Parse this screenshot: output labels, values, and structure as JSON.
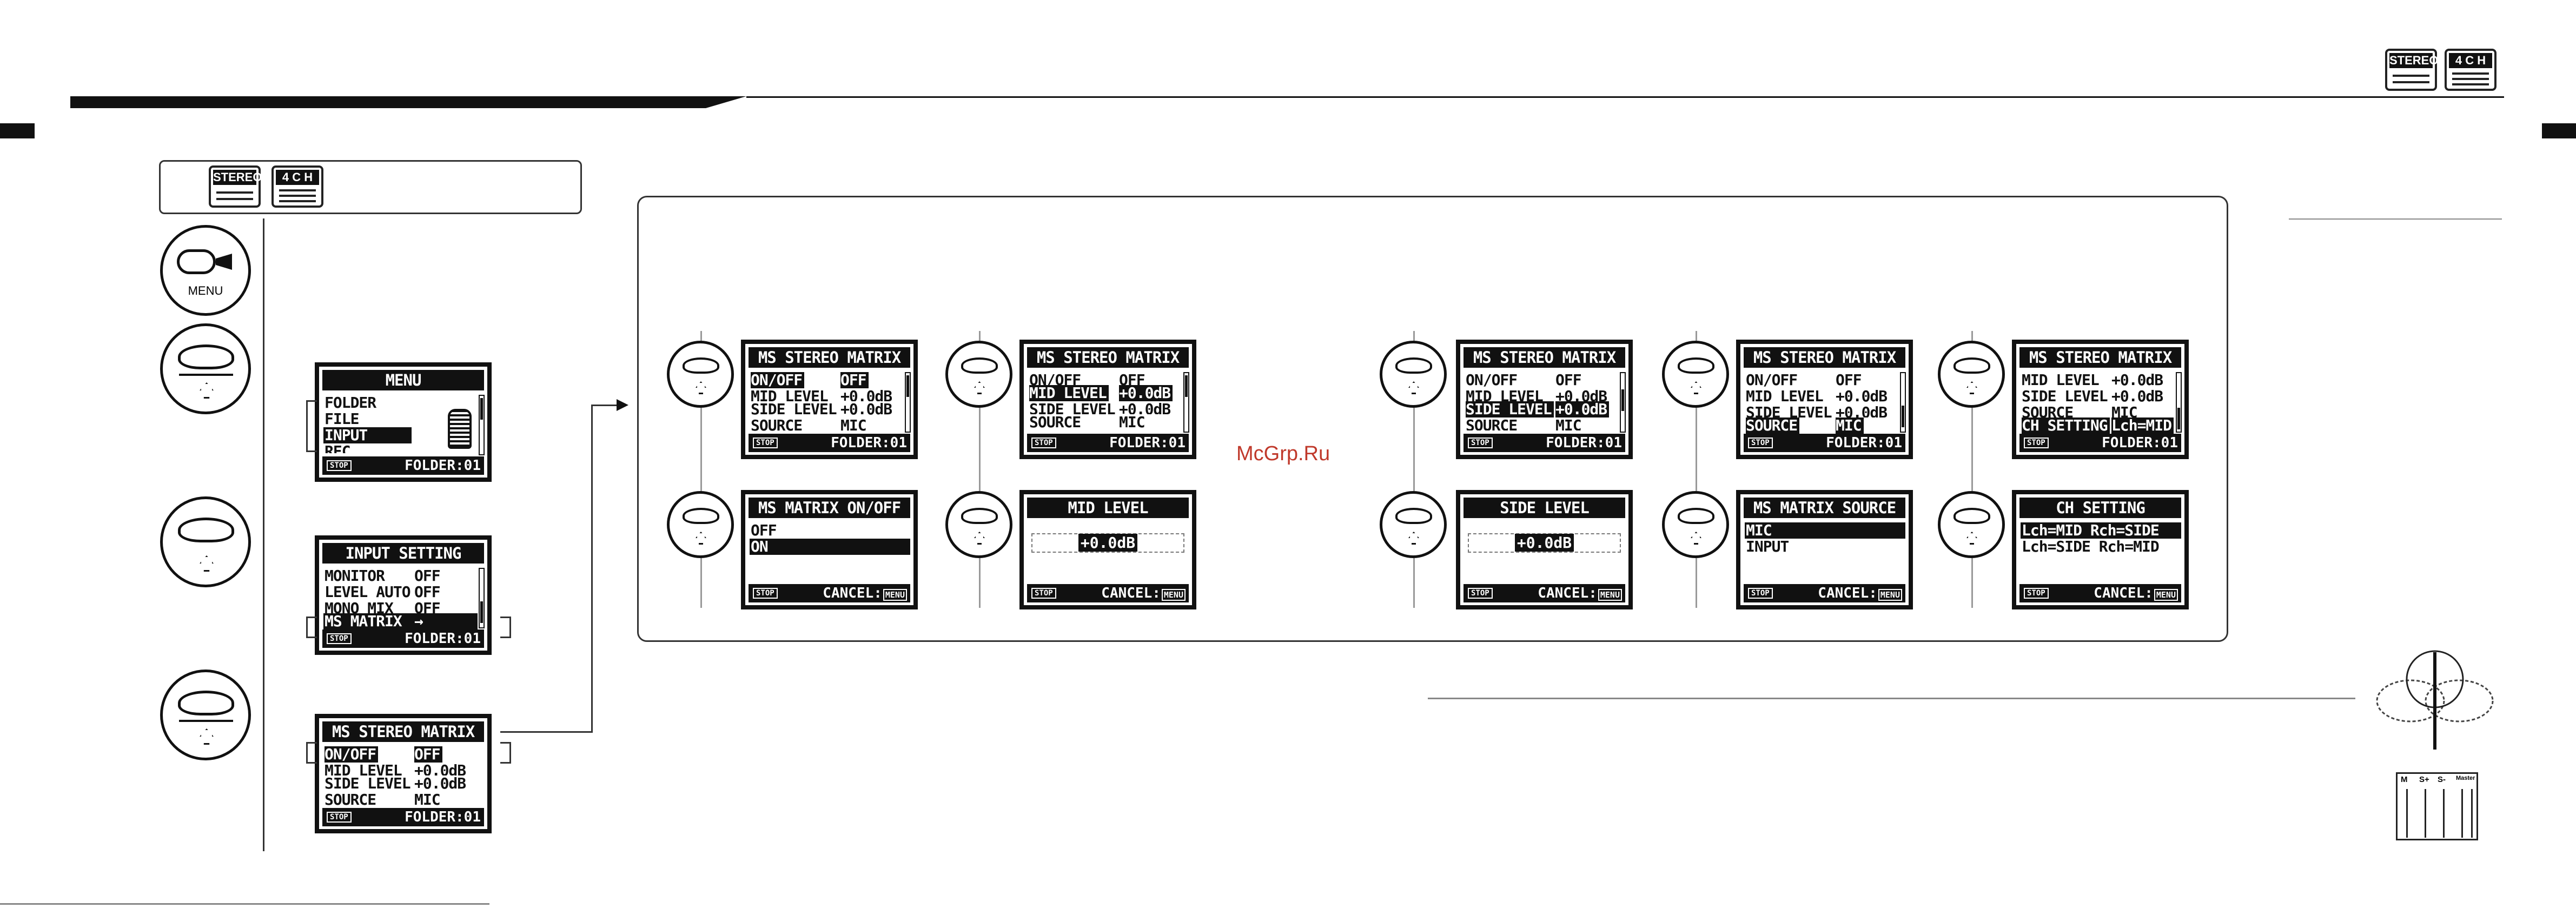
{
  "watermark": "McGrp.Ru",
  "badges": {
    "stereo": "STEREO",
    "four_ch": "4 C H"
  },
  "menu_button_label": "MENU",
  "screens": {
    "menu": {
      "title": "MENU",
      "rows": [
        "FOLDER",
        "FILE",
        "INPUT",
        "REC"
      ],
      "footer_left": "STOP",
      "footer_right": "FOLDER:01"
    },
    "input_setting": {
      "title": "INPUT SETTING",
      "rows": [
        [
          "MONITOR",
          "OFF"
        ],
        [
          "LEVEL AUTO",
          "OFF"
        ],
        [
          "MONO MIX",
          "OFF"
        ],
        [
          "MS MATRIX",
          "→"
        ]
      ],
      "footer_left": "STOP",
      "footer_right": "FOLDER:01"
    },
    "ms_main": {
      "title": "MS STEREO MATRIX",
      "rows": [
        [
          "ON/OFF",
          "OFF"
        ],
        [
          "MID LEVEL",
          "+0.0dB"
        ],
        [
          "SIDE LEVEL",
          "+0.0dB"
        ],
        [
          "SOURCE",
          "MIC"
        ]
      ],
      "footer_left": "STOP",
      "footer_right": "FOLDER:01"
    },
    "ms_a": {
      "title": "MS STEREO MATRIX",
      "rows": [
        [
          "ON/OFF",
          "OFF"
        ],
        [
          "MID LEVEL",
          "+0.0dB"
        ],
        [
          "SIDE LEVEL",
          "+0.0dB"
        ],
        [
          "SOURCE",
          "MIC"
        ]
      ],
      "footer_left": "STOP",
      "footer_right": "FOLDER:01"
    },
    "ms_b": {
      "title": "MS STEREO MATRIX",
      "rows": [
        [
          "ON/OFF",
          "OFF"
        ],
        [
          "MID LEVEL",
          "+0.0dB"
        ],
        [
          "SIDE LEVEL",
          "+0.0dB"
        ],
        [
          "SOURCE",
          "MIC"
        ]
      ],
      "footer_left": "STOP",
      "footer_right": "FOLDER:01"
    },
    "ms_c": {
      "title": "MS STEREO MATRIX",
      "rows": [
        [
          "ON/OFF",
          "OFF"
        ],
        [
          "MID LEVEL",
          "+0.0dB"
        ],
        [
          "SIDE LEVEL",
          "+0.0dB"
        ],
        [
          "SOURCE",
          "MIC"
        ]
      ],
      "footer_left": "STOP",
      "footer_right": "FOLDER:01"
    },
    "ms_d": {
      "title": "MS STEREO MATRIX",
      "rows": [
        [
          "ON/OFF",
          "OFF"
        ],
        [
          "MID LEVEL",
          "+0.0dB"
        ],
        [
          "SIDE LEVEL",
          "+0.0dB"
        ],
        [
          "SOURCE",
          "MIC"
        ]
      ],
      "footer_left": "STOP",
      "footer_right": "FOLDER:01"
    },
    "ms_e": {
      "title": "MS STEREO MATRIX",
      "rows": [
        [
          "MID LEVEL",
          "+0.0dB"
        ],
        [
          "SIDE LEVEL",
          "+0.0dB"
        ],
        [
          "SOURCE",
          "MIC"
        ],
        [
          "CH SETTING",
          "Lch=MID"
        ]
      ],
      "footer_left": "STOP",
      "footer_right": "FOLDER:01"
    },
    "ms_onoff": {
      "title": "MS MATRIX ON/OFF",
      "rows": [
        "OFF",
        "ON"
      ],
      "footer_left": "STOP",
      "footer_right": "CANCEL:",
      "footer_key": "MENU"
    },
    "mid_level": {
      "title": "MID LEVEL",
      "value": "+0.0dB",
      "footer_left": "STOP",
      "footer_right": "CANCEL:",
      "footer_key": "MENU"
    },
    "side_level": {
      "title": "SIDE LEVEL",
      "value": "+0.0dB",
      "footer_left": "STOP",
      "footer_right": "CANCEL:",
      "footer_key": "MENU"
    },
    "ms_source": {
      "title": "MS MATRIX SOURCE",
      "rows": [
        "MIC",
        "INPUT"
      ],
      "footer_left": "STOP",
      "footer_right": "CANCEL:",
      "footer_key": "MENU"
    },
    "ch_setting": {
      "title": "CH SETTING",
      "rows": [
        "Lch=MID Rch=SIDE",
        "Lch=SIDE Rch=MID"
      ],
      "footer_left": "STOP",
      "footer_right": "CANCEL:",
      "footer_key": "MENU"
    }
  },
  "mixer_labels": [
    "M",
    "S+",
    "S-",
    "Master"
  ]
}
